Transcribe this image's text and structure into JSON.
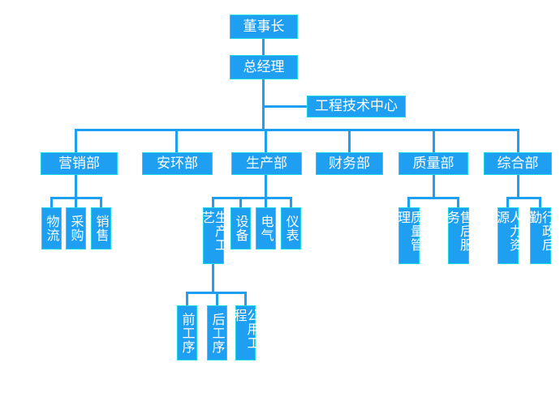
{
  "diagram": {
    "type": "organization-chart",
    "colors": {
      "node_fill": "#1e9ff2",
      "node_border": "#1ad8e6",
      "connector": "#1e9ff2",
      "node_text": "#ffffff",
      "background": "#ffffff"
    },
    "nodes": {
      "chairman": "董事长",
      "general_manager": "总经理",
      "engineering_tech_center": "工程技术中心",
      "marketing_dept": "营销部",
      "safety_env_dept": "安环部",
      "production_dept": "生产部",
      "finance_dept": "财务部",
      "quality_dept": "质量部",
      "general_affairs_dept": "综合部",
      "logistics": "物流",
      "purchasing": "采购",
      "sales": "销售",
      "production_process": "生产工艺",
      "equipment": "设备",
      "electrical": "电气",
      "instrumentation": "仪表",
      "quality_management": "质量管理",
      "after_sales_service": "售后服务",
      "human_resources": "人力资源",
      "administration_logistics": "行政后勤",
      "front_process": "前工序",
      "back_process": "后工序",
      "public_works": "公用工程"
    }
  }
}
